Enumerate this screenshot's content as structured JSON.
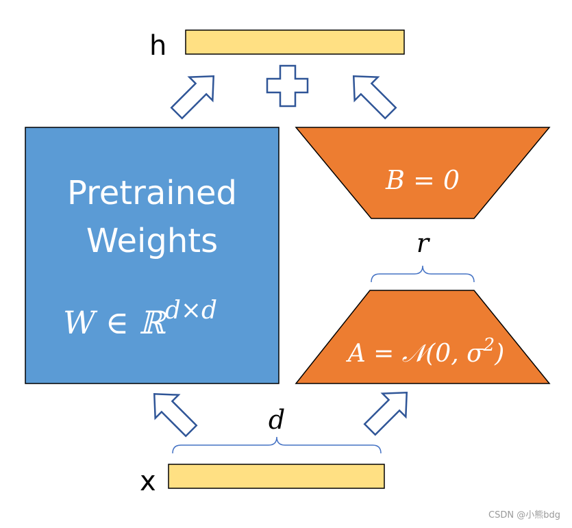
{
  "output": {
    "label": "h"
  },
  "input": {
    "label": "x"
  },
  "pretrained": {
    "line1": "Pretrained",
    "line2": "Weights",
    "formula_base": "W ∈ ℝ",
    "formula_exp": "d×d"
  },
  "matrix_b": {
    "label": "B = 0"
  },
  "matrix_a": {
    "label_main": "A = 𝒩(0, σ",
    "label_exp": "2",
    "label_tail": ")"
  },
  "rank": {
    "label": "r"
  },
  "dimension": {
    "label": "d"
  },
  "watermark": {
    "text": "CSDN @小熊bdg"
  },
  "colors": {
    "bar_fill": "#FFE083",
    "blue_box": "#5B9BD5",
    "orange": "#ED7D31",
    "arrow_stroke": "#2F5597",
    "brace": "#4472C4"
  }
}
